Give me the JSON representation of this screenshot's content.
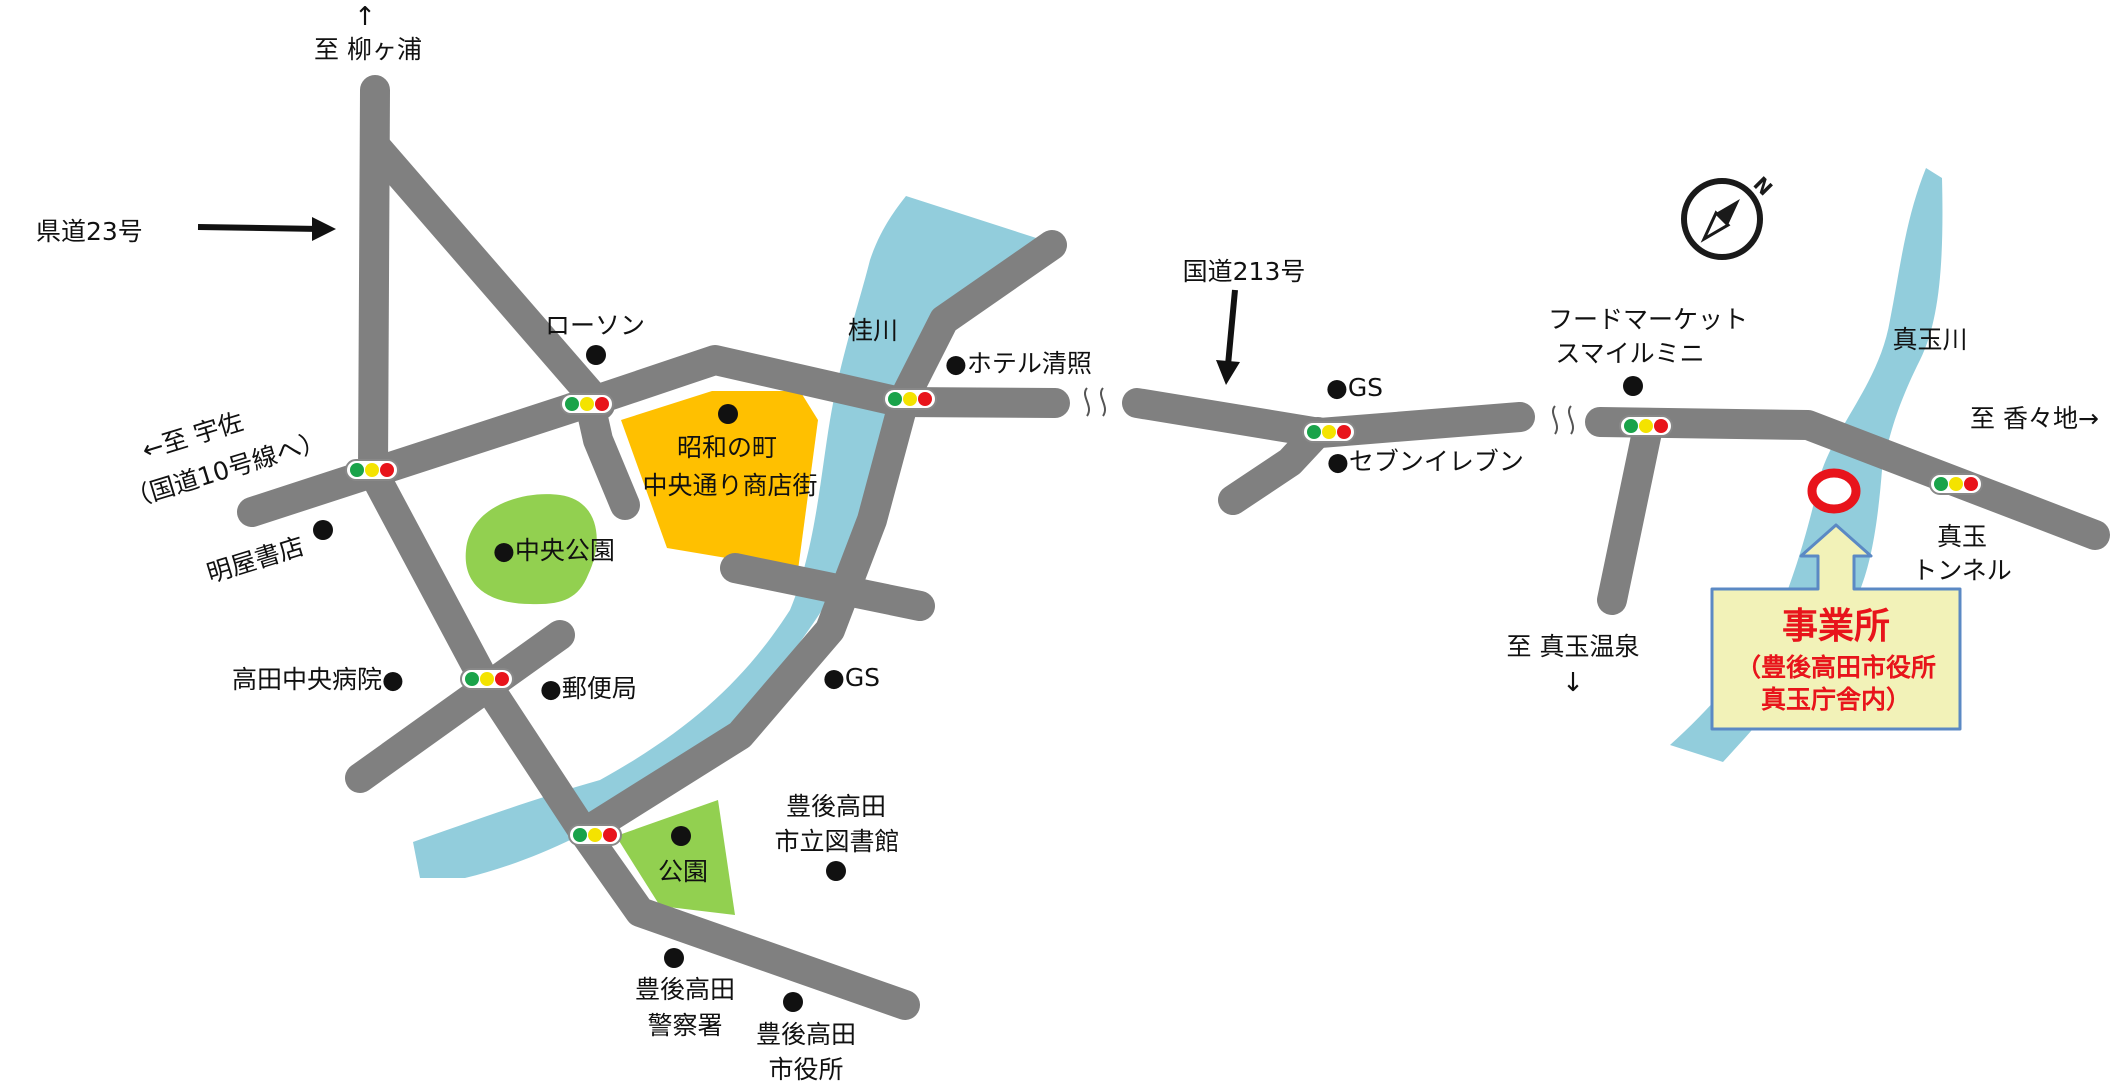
{
  "map": {
    "colors": {
      "road": "#808080",
      "river": "#92cddc",
      "park": "#92d050",
      "shopping_district": "#ffc000",
      "office_callout_fill": "#f2f2b8",
      "office_marker": "#e8141b",
      "signal_green": "#1aa34a",
      "signal_yellow": "#f4e300",
      "signal_red": "#e8141b"
    },
    "labels": {
      "to_yanagaura_arrow": "↑",
      "to_yanagaura": "至 柳ヶ浦",
      "prefectural_road_23": "県道23号",
      "to_usa_line1": "←至 宇佐",
      "to_usa_line2": "（国道10号線へ）",
      "lawson": "ローソン",
      "hotel_seisho": "●ホテル清照",
      "katsura_river": "桂川",
      "showa_town_line1": "昭和の町",
      "showa_town_line2": "中央通り商店街",
      "meiya_bookstore": "明屋書店",
      "central_park": "●中央公園",
      "takada_central_hospital": "高田中央病院●",
      "post_office": "●郵便局",
      "gs_1": "●GS",
      "library_line1": "豊後高田",
      "library_line2": "市立図書館",
      "park": "公園",
      "police_line1": "豊後高田",
      "police_line2": "警察署",
      "city_hall_line1": "豊後高田",
      "city_hall_line2": "市役所",
      "national_road_213": "国道213号",
      "gs_2": "●GS",
      "seven_eleven": "●セブンイレブン",
      "food_market_line1": "フードマーケット",
      "food_market_line2": "スマイルミニ",
      "matama_river": "真玉川",
      "to_kakuji": "至 香々地→",
      "matama_tunnel_line1": "真玉",
      "matama_tunnel_line2": "トンネル",
      "to_matama_onsen": "至 真玉温泉",
      "to_matama_onsen_arrow": "↓",
      "office_title": "事業所",
      "office_sub_line1": "（豊後高田市役所",
      "office_sub_line2": "真玉庁舎内）",
      "compass_letter": "N"
    },
    "icons": [
      "compass-icon",
      "traffic-signal-icon",
      "location-dot-icon",
      "office-ring-marker-icon",
      "pointer-arrow-icon",
      "road-break-icon"
    ]
  }
}
